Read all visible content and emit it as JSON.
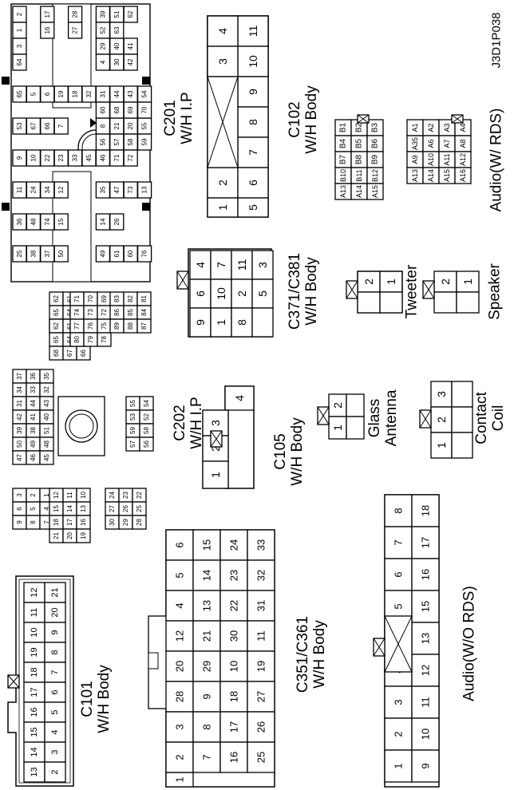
{
  "figure_code": "J3D1P038",
  "junction_block": {
    "outer_pins": [
      "2",
      "1",
      "17",
      "16",
      "28",
      "27",
      "39",
      "51",
      "62",
      "52",
      "63",
      "3",
      "29",
      "40",
      "41",
      "64",
      "4",
      "30",
      "42",
      "65",
      "5",
      "6",
      "19",
      "18",
      "32",
      "31",
      "44",
      "43",
      "54",
      "53",
      "67",
      "66",
      "7",
      "8",
      "21",
      "20",
      "55",
      "56",
      "57",
      "58",
      "59",
      "60",
      "68",
      "69",
      "70",
      "9",
      "10",
      "22",
      "23",
      "33",
      "45",
      "46",
      "71",
      "72",
      "11",
      "24",
      "34",
      "12",
      "35",
      "47",
      "73",
      "13",
      "36",
      "48",
      "74",
      "15",
      "14",
      "26",
      "25",
      "38",
      "37",
      "50",
      "49",
      "61",
      "60",
      "76",
      "75"
    ],
    "fuse_grid_a": [
      "62",
      "61",
      "60",
      "65",
      "64",
      "63",
      "68",
      "67",
      "66"
    ],
    "fuse_grid_b": [
      "71",
      "70",
      "69",
      "74",
      "73",
      "72",
      "77",
      "76",
      "75",
      "80",
      "79",
      "78"
    ],
    "fuse_grid_c": [
      "83",
      "82",
      "81",
      "86",
      "85",
      "84",
      "89",
      "88",
      "87"
    ],
    "fuse_grid_d": [
      "37",
      "36",
      "35",
      "34",
      "33",
      "32",
      "31",
      "44",
      "43",
      "42",
      "41",
      "40",
      "39",
      "38",
      "51",
      "50",
      "49",
      "48",
      "47",
      "46",
      "45"
    ],
    "fuse_grid_e": [
      "55",
      "54",
      "53",
      "52",
      "59",
      "58",
      "57",
      "56"
    ],
    "fuse_grid_f": [
      "3",
      "2",
      "1",
      "6",
      "5",
      "4",
      "9",
      "8",
      "7"
    ],
    "fuse_grid_g": [
      "12",
      "11",
      "10",
      "15",
      "14",
      "13",
      "18",
      "17",
      "16",
      "21",
      "20",
      "19"
    ],
    "fuse_grid_h": [
      "24",
      "23",
      "22",
      "27",
      "26",
      "25",
      "30",
      "29",
      "28"
    ]
  },
  "connectors": [
    {
      "id": "C201",
      "label": "C201\nW/H I.P"
    },
    {
      "id": "C102",
      "label": "C102\nW/H Body"
    },
    {
      "id": "audio_rds",
      "label": "Audio(W/ RDS)"
    },
    {
      "id": "C371",
      "label": "C371/C381\nW/H Body"
    },
    {
      "id": "tweeter",
      "label": "Tweeter"
    },
    {
      "id": "speaker",
      "label": "Speaker"
    },
    {
      "id": "C202",
      "label": "C202\nW/H I.P"
    },
    {
      "id": "C105",
      "label": "C105\nW/H Body"
    },
    {
      "id": "glass_antenna",
      "label": "Glass\nAntenna"
    },
    {
      "id": "contact_coil",
      "label": "Contact\nCoil"
    },
    {
      "id": "C101",
      "label": "C101\nW/H Body"
    },
    {
      "id": "C351",
      "label": "C351/C361\nW/H Body"
    },
    {
      "id": "audio_wo_rds",
      "label": "Audio(W/O RDS)"
    }
  ],
  "pins": {
    "C201": [
      "4",
      "11",
      "3",
      "10",
      "9",
      "8",
      "7",
      "2",
      "6",
      "1",
      "5"
    ],
    "C102": [
      "B1",
      "B2",
      "B3",
      "B4",
      "B5",
      "B6",
      "B7",
      "B8",
      "B9",
      "B10",
      "B11",
      "B12",
      "A1",
      "A2",
      "A3",
      "A4",
      "A35",
      "A6",
      "A7",
      "A8",
      "A9",
      "A10",
      "A11",
      "A12",
      "A13",
      "A14",
      "A15",
      "A16"
    ],
    "C371": [
      "4",
      "7",
      "11",
      "3",
      "6",
      "10",
      "2",
      "5",
      "9",
      "1",
      "8"
    ],
    "tweeter": [
      "2",
      "1"
    ],
    "speaker": [
      "2",
      "1"
    ],
    "C202": [
      "4",
      "3",
      "2",
      "1"
    ],
    "C105": [
      "2",
      "1"
    ],
    "contact_coil": [
      "3",
      "2",
      "1"
    ],
    "C101": [
      "12",
      "21",
      "11",
      "20",
      "10",
      "9",
      "19",
      "8",
      "18",
      "7",
      "17",
      "6",
      "16",
      "5",
      "15",
      "4",
      "14",
      "3",
      "13",
      "2",
      "1"
    ],
    "C351": [
      "6",
      "15",
      "24",
      "33",
      "5",
      "14",
      "23",
      "32",
      "4",
      "13",
      "22",
      "31",
      "12",
      "21",
      "30",
      "11",
      "20",
      "29",
      "10",
      "19",
      "28",
      "9",
      "18",
      "27",
      "3",
      "8",
      "17",
      "26",
      "2",
      "7",
      "16",
      "25",
      "1"
    ],
    "audio_wo_rds": [
      "8",
      "18",
      "7",
      "17",
      "6",
      "16",
      "5",
      "15",
      "14",
      "13",
      "4",
      "12",
      "3",
      "11",
      "2",
      "10",
      "1",
      "9"
    ]
  }
}
